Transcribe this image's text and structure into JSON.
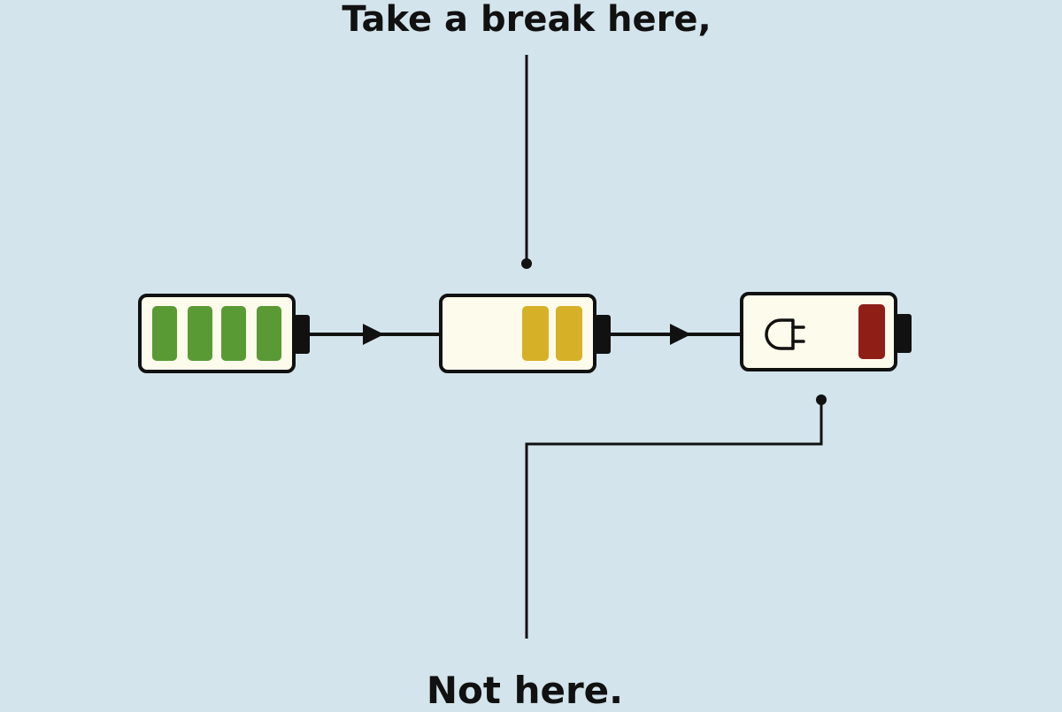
{
  "captions": {
    "top": "Take a break here,",
    "bottom": "Not here."
  },
  "batteries": [
    {
      "state": "full",
      "level_bars": 4,
      "color": "#5a9a35"
    },
    {
      "state": "half",
      "level_bars": 2,
      "color": "#d6b128"
    },
    {
      "state": "low",
      "level_bars": 1,
      "color": "#8f1f16",
      "icon": "plug-icon"
    }
  ],
  "colors": {
    "background": "#d3e4ec",
    "battery_body": "#fdfbec",
    "outline": "#111111"
  }
}
